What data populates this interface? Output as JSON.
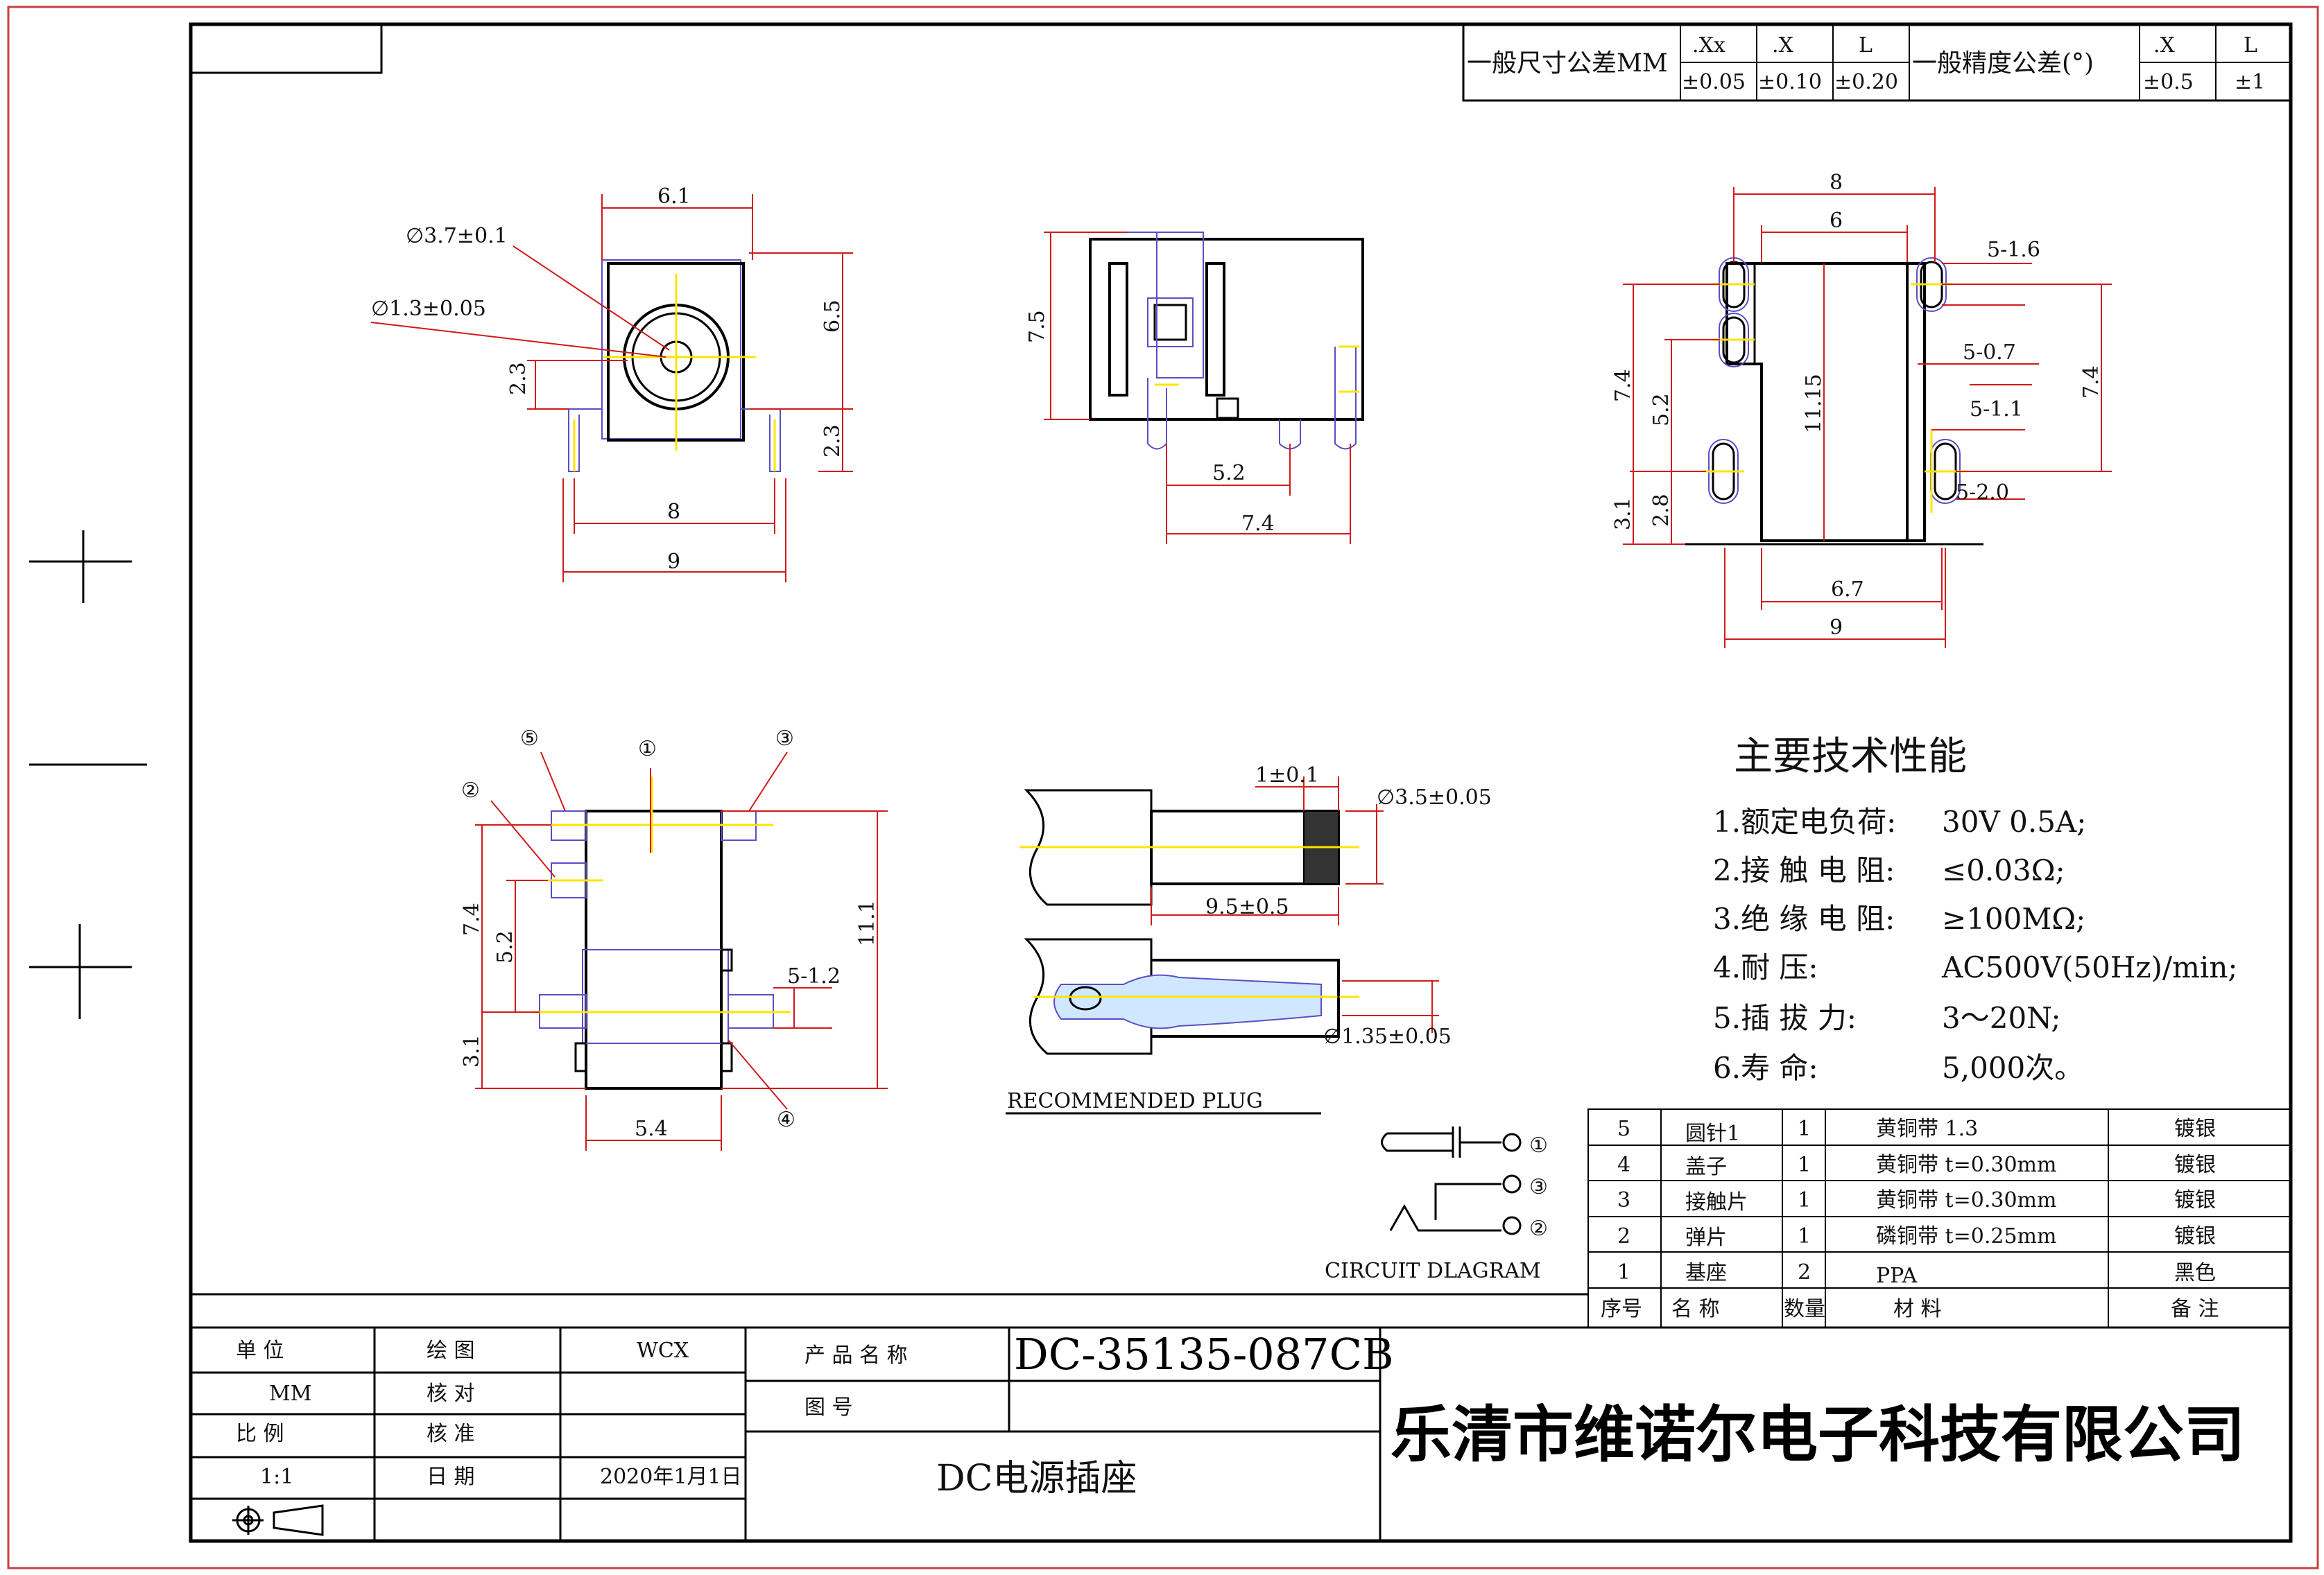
{
  "tolerance": {
    "linear_label": "一般尺寸公差MM",
    "linear_cols": [
      ".Xx",
      ".X",
      "L"
    ],
    "linear_vals": [
      "±0.05",
      "±0.10",
      "±0.20"
    ],
    "angular_label": "一般精度公差(°)",
    "angular_cols": [
      ".X",
      "L"
    ],
    "angular_vals": [
      "±0.5",
      "±1"
    ]
  },
  "views": {
    "front": {
      "dia_outer": "∅3.7±0.1",
      "dia_inner": "∅1.3±0.05",
      "d_top": "6.1",
      "d_height": "6.5",
      "d_left": "2.3",
      "d_right": "2.3",
      "d_pins": "8",
      "d_width": "9"
    },
    "side": {
      "d_height": "7.5",
      "d_pin": "5.2",
      "d_width": "7.4"
    },
    "top": {
      "d_8": "8",
      "d_6": "6",
      "slot1": "5-1.6",
      "slot2": "5-0.7",
      "slot3": "5-1.1",
      "slot4": "5-2.0",
      "d_74L": "7.4",
      "d_52": "5.2",
      "d_31": "3.1",
      "d_28": "2.8",
      "d_1115": "11.15",
      "d_74R": "7.4",
      "d_67": "6.7",
      "d_9": "9"
    },
    "bottom": {
      "c1": "①",
      "c2": "②",
      "c3": "③",
      "c4": "④",
      "c5": "⑤",
      "d_74": "7.4",
      "d_52": "5.2",
      "d_31": "3.1",
      "d_111": "11.1",
      "d_54": "5.4",
      "d_512": "5-1.2"
    },
    "plug": {
      "d_len_tip": "1±0.1",
      "d_dia": "∅3.5±0.05",
      "d_len": "9.5±0.5",
      "d_pin": "∅1.35±0.05",
      "caption": "RECOMMENDED PLUG"
    },
    "circuit": {
      "n1": "①",
      "n3": "③",
      "n2": "②",
      "caption": "CIRCUIT DLAGRAM"
    }
  },
  "specs": {
    "title": "主要技术性能",
    "items": [
      {
        "label": "1.额定电负荷:",
        "value": "30V 0.5A;"
      },
      {
        "label": "2.接 触 电 阻:",
        "value": "≤0.03Ω;"
      },
      {
        "label": "3.绝 缘 电 阻:",
        "value": "≥100MΩ;"
      },
      {
        "label": "4.耐         压:",
        "value": "AC500V(50Hz)/min;"
      },
      {
        "label": "5.插   拔    力:",
        "value": "3～20N;"
      },
      {
        "label": "6.寿         命:",
        "value": "5,000次。"
      }
    ]
  },
  "bom": {
    "headers": [
      "序号",
      "名    称",
      "数量",
      "材        料",
      "备 注"
    ],
    "rows": [
      {
        "no": "5",
        "name": "圆针1",
        "qty": "1",
        "material": "黄铜带 1.3",
        "note": "镀银"
      },
      {
        "no": "4",
        "name": "盖子",
        "qty": "1",
        "material": "黄铜带 t=0.30mm",
        "note": "镀银"
      },
      {
        "no": "3",
        "name": "接触片",
        "qty": "1",
        "material": "黄铜带 t=0.30mm",
        "note": "镀银"
      },
      {
        "no": "2",
        "name": "弹片",
        "qty": "1",
        "material": "磷铜带 t=0.25mm",
        "note": "镀银"
      },
      {
        "no": "1",
        "name": "基座",
        "qty": "2",
        "material": "PPA",
        "note": "黑色"
      }
    ]
  },
  "title_block": {
    "unit_label": "单    位",
    "unit_value": "MM",
    "scale_label": "比    例",
    "scale_value": "1:1",
    "draw_label": "绘    图",
    "draw_value": "WCX",
    "check_label": "核    对",
    "check_value": "",
    "approve_label": "核    准",
    "approve_value": "",
    "date_label": "日    期",
    "date_value": "2020年1月1日",
    "product_label": "产 品 名 称",
    "product_value": "DC-35135-087CB",
    "drawing_no_label": "图        号",
    "drawing_no_value": "",
    "part_name": "DC电源插座",
    "company": "乐清市维诺尔电子科技有限公司"
  },
  "colors": {
    "outline": "#000000",
    "dim": "#d11a1a",
    "center": "#ffe400",
    "part": "#5b4ec7",
    "frame": "#c94040"
  }
}
